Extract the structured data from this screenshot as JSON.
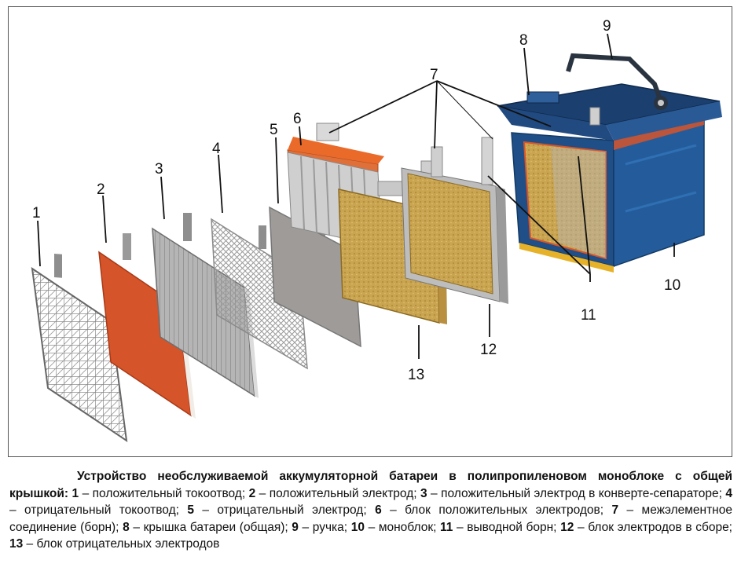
{
  "labels": {
    "n1": "1",
    "n2": "2",
    "n3": "3",
    "n4": "4",
    "n5": "5",
    "n6": "6",
    "n7": "7",
    "n8": "8",
    "n9": "9",
    "n10": "10",
    "n11": "11",
    "n12": "12",
    "n13": "13"
  },
  "caption": {
    "title": "Устройство необслуживаемой аккумуляторной батареи в полипропиленовом моноблоке с общей крышкой:",
    "items": [
      {
        "num": "1",
        "text": " – положительный токоотвод; "
      },
      {
        "num": "2",
        "text": " – положительный электрод; "
      },
      {
        "num": "3",
        "text": " – положительный электрод в конверте-сепараторе; "
      },
      {
        "num": "4",
        "text": " – отрицательный токоотвод; "
      },
      {
        "num": "5",
        "text": " – отрицательный электрод; "
      },
      {
        "num": "6",
        "text": " – блок положительных электродов; "
      },
      {
        "num": "7",
        "text": " – межэлементное соединение (борн); "
      },
      {
        "num": "8",
        "text": " – крышка батареи (общая); "
      },
      {
        "num": "9",
        "text": " – ручка; "
      },
      {
        "num": "10",
        "text": " – моноблок; "
      },
      {
        "num": "11",
        "text": " – выводной борн; "
      },
      {
        "num": "12",
        "text": " – блок электродов в сборе; "
      },
      {
        "num": "13",
        "text": " – блок отрицательных электродов"
      }
    ]
  },
  "colors": {
    "grid": "#8a8a8a",
    "positive_plate": "#d6542a",
    "separator": "#a9a9a9",
    "negative_plate": "#9e9b99",
    "electrode_block": "#c9a451",
    "battery_case": "#1f4f86",
    "battery_lid": "#1b3f6e"
  }
}
